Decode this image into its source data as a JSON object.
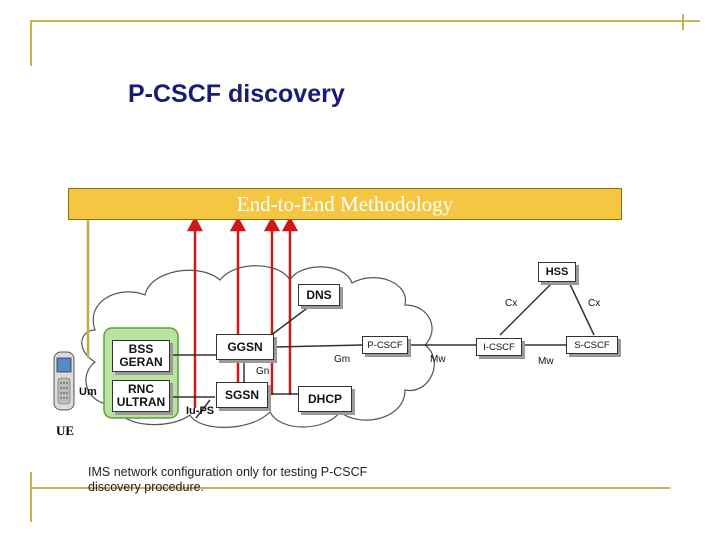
{
  "title": "P-CSCF discovery",
  "banner": "End-to-End Methodology",
  "nodes": {
    "bss": "BSS GERAN",
    "rnc": "RNC ULTRAN",
    "ggsn": "GGSN",
    "sgsn": "SGSN",
    "dns": "DNS",
    "dhcp": "DHCP",
    "hss": "HSS",
    "pcscf": "P-CSCF",
    "icscf": "I-CSCF",
    "scscf": "S-CSCF"
  },
  "interfaces": {
    "um": "Um",
    "iu_ps": "Iu-PS",
    "gn": "Gn",
    "gm": "Gm",
    "mw1": "Mw",
    "mw2": "Mw",
    "cx1": "Cx",
    "cx2": "Cx"
  },
  "ue_label": "UE",
  "caption": "IMS network configuration only for testing P-CSCF discovery procedure."
}
